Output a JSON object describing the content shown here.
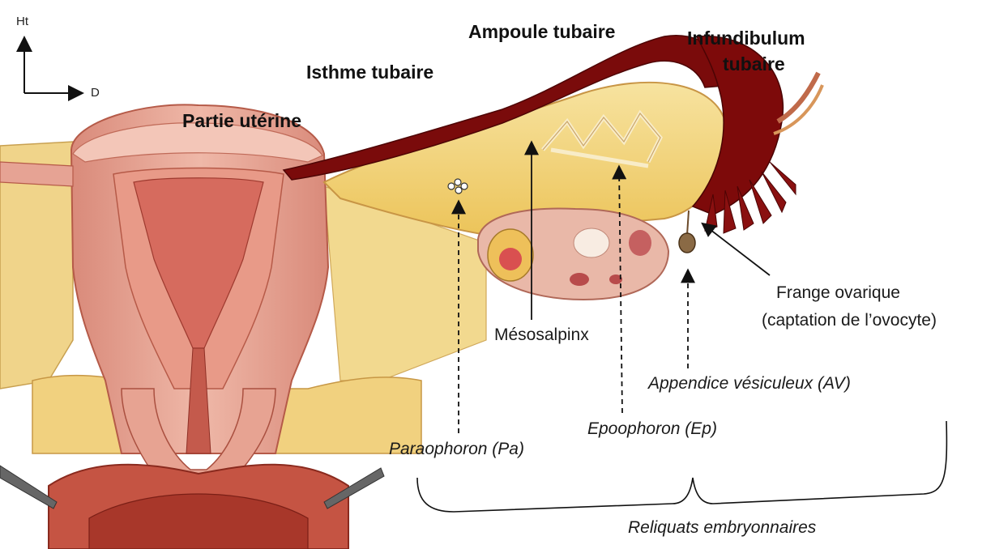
{
  "axes": {
    "up_label": "Ht",
    "right_label": "D"
  },
  "structure_labels": {
    "ampoule": "Ampoule tubaire",
    "infundibulum_line1": "Infundibulum",
    "infundibulum_line2": "tubaire",
    "isthme": "Isthme tubaire",
    "partie_uterine": "Partie utérine"
  },
  "annotations": {
    "mesosalpinx": "Mésosalpinx",
    "frange_line1": "Frange ovarique",
    "frange_line2": "(captation de l’ovocyte)",
    "appendice": "Appendice vésiculeux (AV)",
    "epoophoron": "Epoophoron (Ep)",
    "paraophoron": "Paraophoron (Pa)",
    "reliquats": "Reliquats embryonnaires"
  },
  "colors": {
    "uterus_pink": "#e9a79a",
    "uterus_dark": "#c9705e",
    "cavity": "#d46f63",
    "tube_dark_red": "#7d0a0a",
    "mesosalpinx_yellow": "#f4d77a",
    "ovary_pink": "#e8b6a6"
  }
}
